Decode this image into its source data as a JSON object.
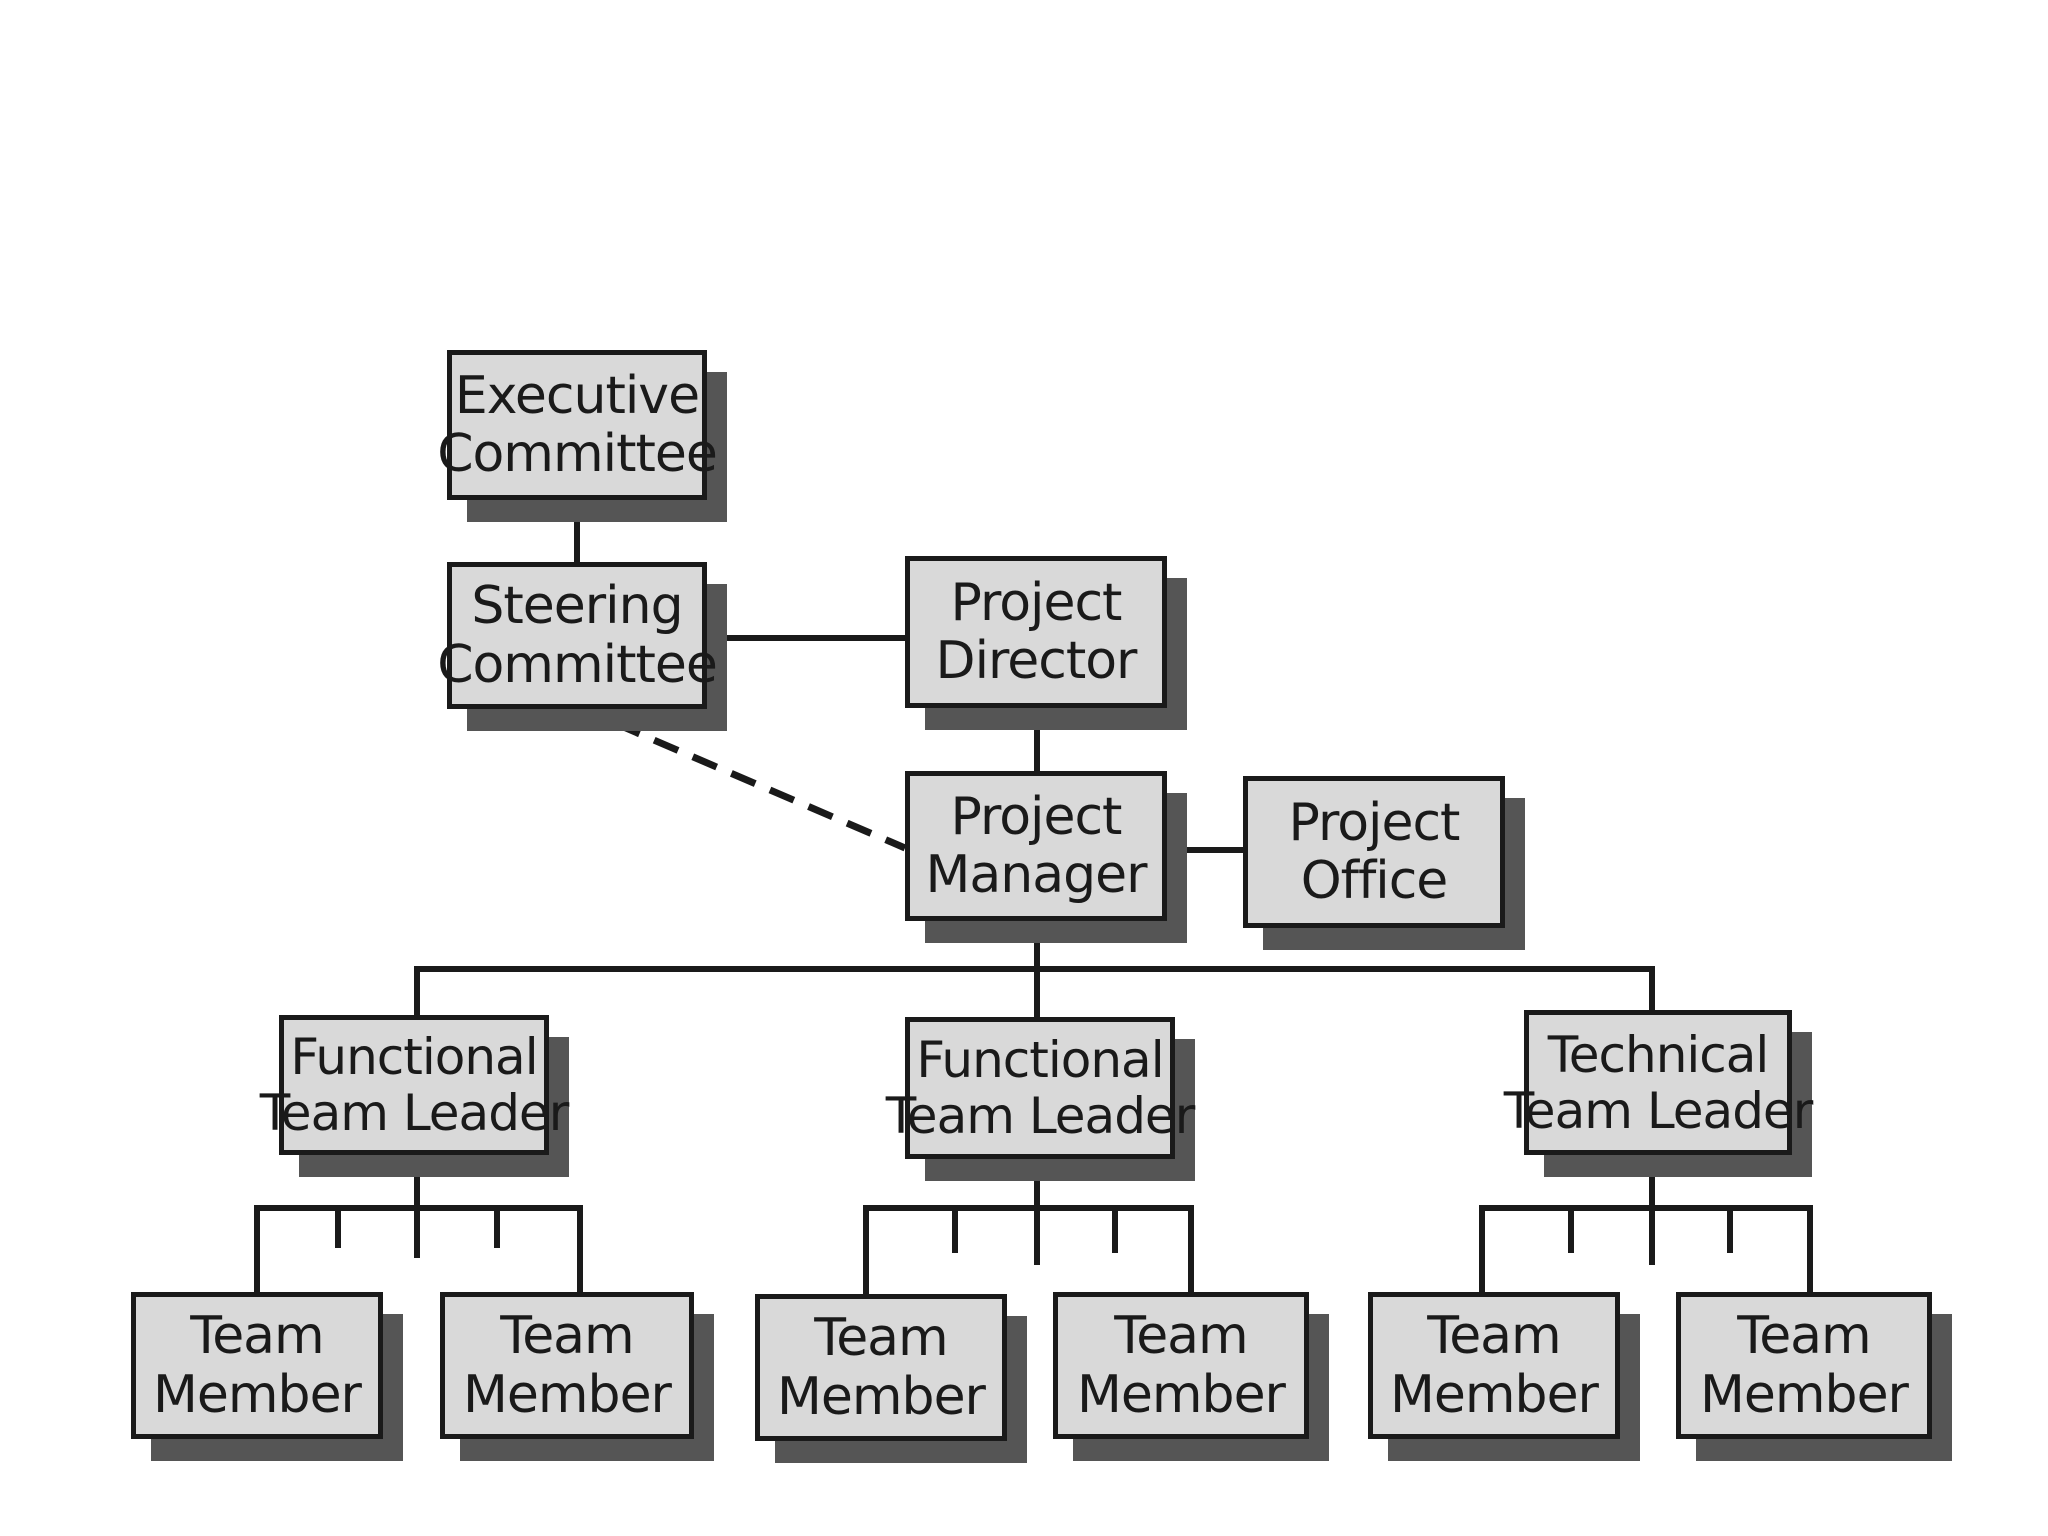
{
  "nodes": {
    "executive_committee": [
      "Executive",
      "Committee"
    ],
    "steering_committee": [
      "Steering",
      "Committee"
    ],
    "project_director": [
      "Project",
      "Director"
    ],
    "project_manager": [
      "Project",
      "Manager"
    ],
    "project_office": [
      "Project",
      "Office"
    ],
    "functional_team_leader_1": [
      "Functional",
      "Team Leader"
    ],
    "functional_team_leader_2": [
      "Functional",
      "Team Leader"
    ],
    "technical_team_leader": [
      "Technical",
      "Team Leader"
    ],
    "team_member_1": [
      "Team",
      "Member"
    ],
    "team_member_2": [
      "Team",
      "Member"
    ],
    "team_member_3": [
      "Team",
      "Member"
    ],
    "team_member_4": [
      "Team",
      "Member"
    ],
    "team_member_5": [
      "Team",
      "Member"
    ],
    "team_member_6": [
      "Team",
      "Member"
    ]
  },
  "colors": {
    "box_fill": "#d9d9d9",
    "box_border": "#1a1a1a",
    "shadow": "#555555",
    "line": "#1a1a1a",
    "background": "#ffffff"
  },
  "links": {
    "dashed": "steering_committee-project_manager"
  }
}
